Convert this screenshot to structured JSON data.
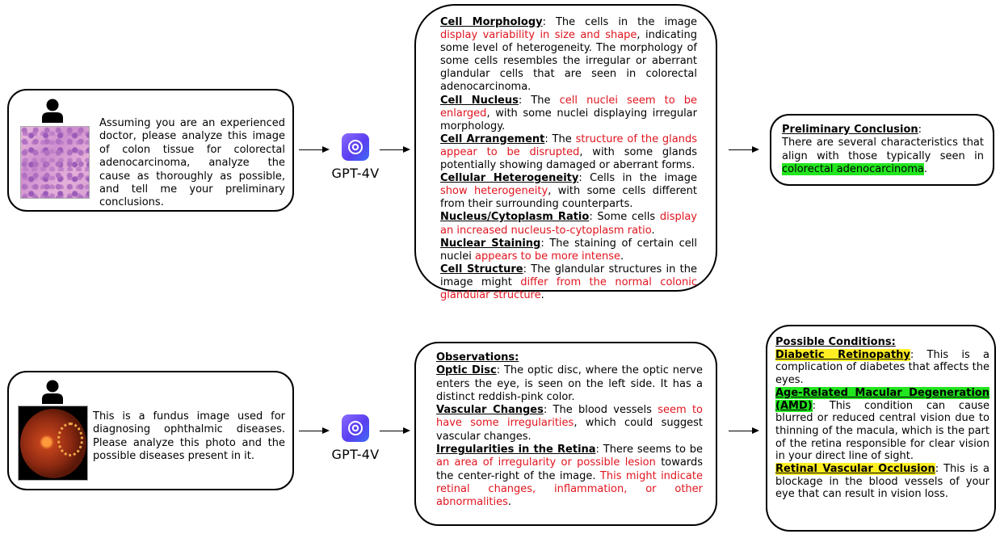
{
  "model_label": "GPT-4V",
  "row1": {
    "prompt": "Assuming you are an experienced doctor, please analyze this image of colon tissue for colorectal adenocarcinoma, analyze the cause as thoroughly as possible, and tell me your preliminary conclusions.",
    "analysis": [
      {
        "heading": "Cell Morphology",
        "parts": [
          [
            "n",
            ": The cells in the image "
          ],
          [
            "r",
            "display variability in size and shape"
          ],
          [
            "n",
            ", indicating some level of heterogeneity. The morphology of some cells resembles the irregular or aberrant glandular cells that are seen in colorectal adenocarcinoma."
          ]
        ]
      },
      {
        "heading": "Cell Nucleus",
        "parts": [
          [
            "n",
            ": The "
          ],
          [
            "r",
            "cell nuclei seem to be enlarged"
          ],
          [
            "n",
            ", with some nuclei displaying irregular morphology."
          ]
        ]
      },
      {
        "heading": "Cell Arrangement",
        "parts": [
          [
            "n",
            ": The "
          ],
          [
            "r",
            "structure of the glands appear to be disrupted"
          ],
          [
            "n",
            ", with some glands potentially showing damaged or aberrant forms."
          ]
        ]
      },
      {
        "heading": "Cellular Heterogeneity",
        "parts": [
          [
            "n",
            ": Cells in the image "
          ],
          [
            "r",
            "show heterogeneity"
          ],
          [
            "n",
            ", with some cells different from their surrounding counterparts."
          ]
        ]
      },
      {
        "heading": "Nucleus/Cytoplasm Ratio",
        "parts": [
          [
            "n",
            ": Some cells "
          ],
          [
            "r",
            "display an increased nucleus-to-cytoplasm ratio"
          ],
          [
            "n",
            "."
          ]
        ]
      },
      {
        "heading": "Nuclear Staining",
        "parts": [
          [
            "n",
            ": The staining of certain cell nuclei "
          ],
          [
            "r",
            "appears to be more intense"
          ],
          [
            "n",
            "."
          ]
        ]
      },
      {
        "heading": "Cell Structure",
        "parts": [
          [
            "n",
            ": The glandular structures in the image might "
          ],
          [
            "r",
            "differ from the normal colonic glandular structure"
          ],
          [
            "n",
            "."
          ]
        ]
      }
    ],
    "conclusion_heading": "Preliminary Conclusion",
    "conclusion_text": "There are several characteristics that align with those typically seen in ",
    "conclusion_highlight": "colorectal adenocarcinoma",
    "conclusion_end": "."
  },
  "row2": {
    "prompt": "This is a fundus image used for diagnosing ophthalmic diseases. Please analyze this photo and the possible diseases present in it.",
    "observations_heading": "Observations:",
    "observations": [
      {
        "heading": "Optic Disc",
        "parts": [
          [
            "n",
            ": The optic disc, where the optic nerve enters the eye, is seen on the left side. It has a distinct reddish-pink color."
          ]
        ]
      },
      {
        "heading": "Vascular Changes",
        "parts": [
          [
            "n",
            ": The blood vessels "
          ],
          [
            "r",
            "seem to have some irregularities"
          ],
          [
            "n",
            ", which could suggest vascular changes."
          ]
        ]
      },
      {
        "heading": "Irregularities in the Retina",
        "parts": [
          [
            "n",
            ": There seems to be "
          ],
          [
            "r",
            "an area of irregularity or possible lesion"
          ],
          [
            "n",
            " towards the center-right of the image. "
          ],
          [
            "r",
            "This might indicate retinal changes, inflammation, or other abnormalities"
          ],
          [
            "n",
            "."
          ]
        ]
      }
    ],
    "conditions_heading": "Possible Conditions:",
    "conditions": [
      {
        "heading": "Diabetic Retinopathy",
        "color": "#ffee22",
        "text": ": This is a complication of diabetes that affects the eyes."
      },
      {
        "heading": "Age-Related Macular Degeneration (AMD)",
        "color": "#22e61e",
        "text": ": This condition can cause blurred or reduced central vision due to thinning of the macula, which is the part of the retina responsible for clear vision in your direct line of sight."
      },
      {
        "heading": "Retinal Vascular Occlusion",
        "color": "#ffee22",
        "text": ": This is a blockage in the blood vessels of your eye that can result in vision loss."
      }
    ]
  }
}
